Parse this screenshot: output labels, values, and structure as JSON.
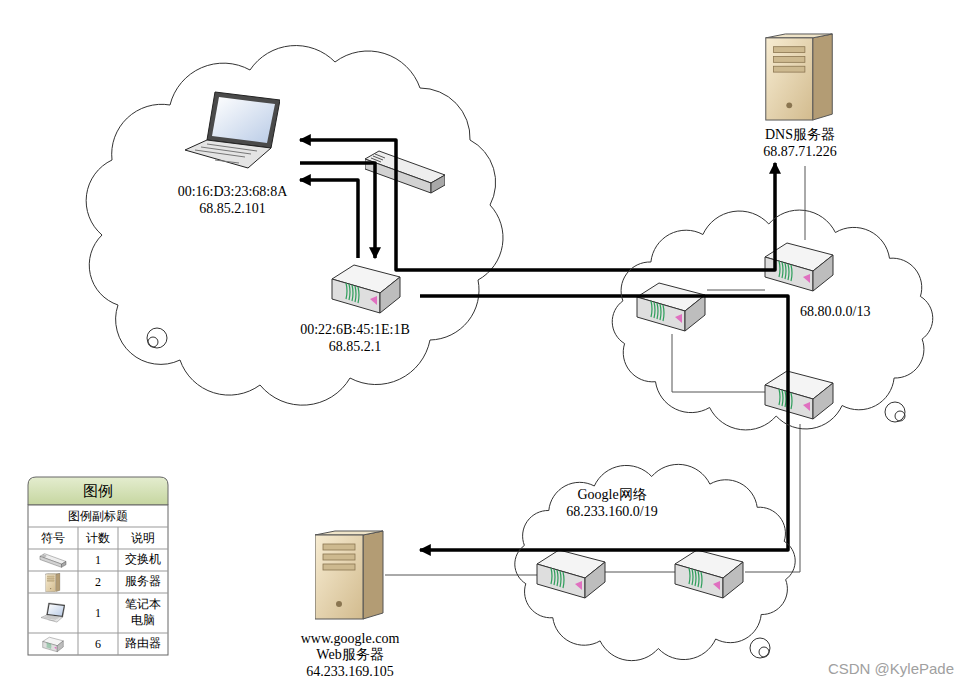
{
  "diagram": {
    "nodes": [
      {
        "text": [
          "00:16:D3:23:68:8A",
          "68.85.2.101"
        ]
      },
      {
        "text": [
          "00:22:6B:45:1E:1B",
          "68.85.2.1"
        ]
      },
      {
        "text": [
          "DNS服务器",
          "68.87.71.226"
        ]
      },
      {
        "text": [
          "68.80.0.0/13"
        ]
      },
      {
        "text": [
          "Google网络",
          "68.233.160.0/19"
        ]
      },
      {
        "text": [
          "www.google.com",
          "Web服务器",
          "64.233.169.105"
        ]
      }
    ],
    "edges": [
      {
        "from": 0,
        "to": 1,
        "arrow": "to"
      },
      {
        "from": 1,
        "to": 0,
        "arrow": "to"
      },
      {
        "from": 0,
        "to": 2,
        "arrow": "both"
      },
      {
        "from": 1,
        "to": 5,
        "arrow": "to"
      }
    ],
    "labels": [
      "图例",
      "图例副标题",
      "符号",
      "计数",
      "说明",
      "1",
      "2",
      "1",
      "6",
      "CSDN @KylePade"
    ],
    "legend": [
      {
        "text": "交换机"
      },
      {
        "text": "服务器"
      },
      {
        "text": "笔记本 电脑"
      },
      {
        "text": "路由器"
      }
    ]
  }
}
